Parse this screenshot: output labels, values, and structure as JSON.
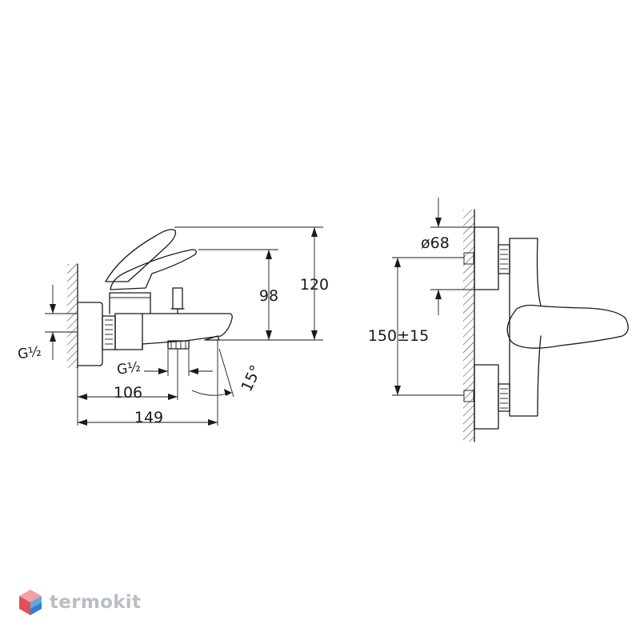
{
  "side_view": {
    "thread_wall": "G½",
    "thread_bottom": "G½",
    "dim_depth_handle": "106",
    "dim_depth_total": "149",
    "dim_height_spout": "98",
    "dim_height_total": "120",
    "angle": "15°"
  },
  "front_view": {
    "dim_diameter": "ø68",
    "dim_center_distance": "150±15"
  },
  "brand": {
    "name": "termokit",
    "colors": [
      "#e04e5a",
      "#f2a0a7",
      "#2f7fd0",
      "#8cc0ee"
    ]
  }
}
